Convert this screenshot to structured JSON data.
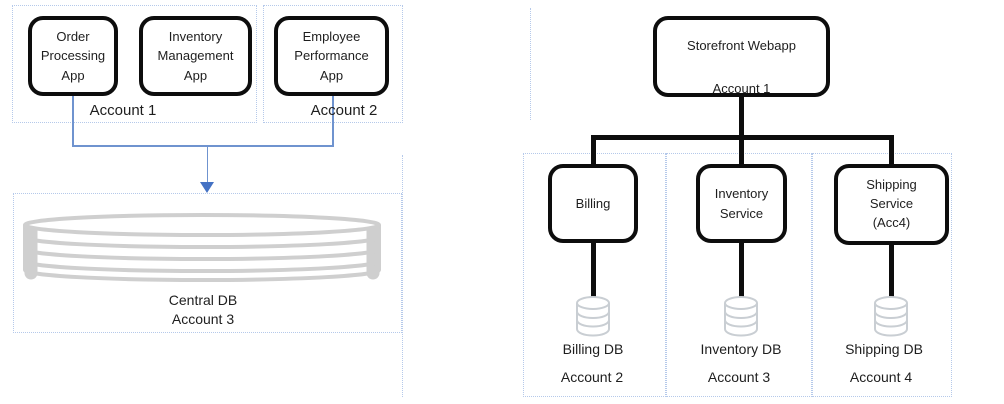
{
  "left_diagram": {
    "groups": [
      {
        "label": "Account 1"
      },
      {
        "label": "Account 2"
      }
    ],
    "apps": [
      {
        "label": "Order\nProcessing\nApp"
      },
      {
        "label": "Inventory\nManagement\nApp"
      },
      {
        "label": "Employee\nPerformance\nApp"
      }
    ],
    "central_db": {
      "name": "Central DB",
      "account": "Account 3"
    }
  },
  "right_diagram": {
    "root": {
      "title": "Storefront Webapp",
      "subtitle": "Account 1"
    },
    "services": [
      {
        "label": "Billing",
        "db_label": "Billing DB",
        "account": "Account 2"
      },
      {
        "label": "Inventory\nService",
        "db_label": "Inventory DB",
        "account": "Account 3"
      },
      {
        "label": "Shipping\nService\n(Acc4)",
        "db_label": "Shipping DB",
        "account": "Account 4"
      }
    ]
  },
  "icons": {
    "central_db": "database-cylinder",
    "service_db": "database-cylinder",
    "connector_arrow": "down-arrow"
  },
  "colors": {
    "node_border": "#0d0d0d",
    "dashed_boundary": "#b5c9ea",
    "blue_connector": "#6f93cf",
    "arrowhead": "#4472c4",
    "black_connector": "#0d0d0d",
    "cylinder_gray": "#cfcfcf",
    "small_cylinder_gray": "#c9ced3"
  }
}
